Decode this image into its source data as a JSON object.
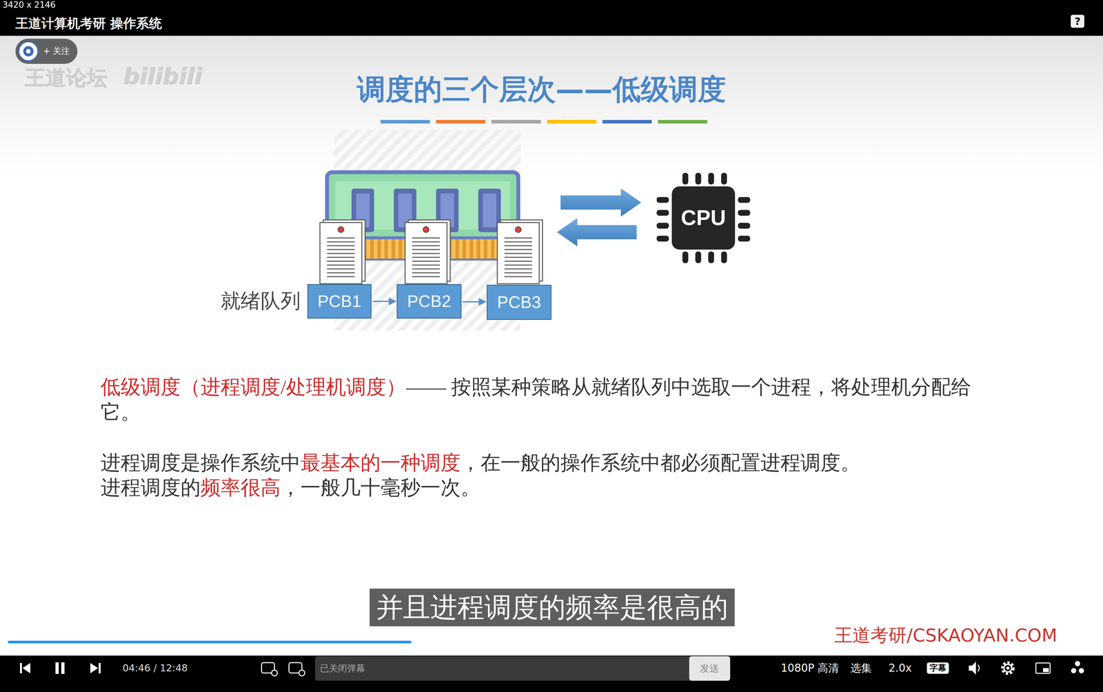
{
  "diagram": {
    "title": "调度的三个层次——低级调度",
    "caption": "并且进程调度的频率是很高的",
    "nodes": [
      {
        "text": [
          "CPU"
        ]
      },
      {
        "text": [
          "PCB1"
        ]
      },
      {
        "text": [
          "PCB2"
        ]
      },
      {
        "text": [
          "PCB3"
        ]
      }
    ],
    "edges": [
      {
        "from": 1,
        "to": 2,
        "arrow": "to"
      },
      {
        "from": 2,
        "to": 3,
        "arrow": "to"
      }
    ],
    "labels": [
      "3420 x 2146",
      "王道计算机考研 操作系统",
      "?",
      "+ 关注",
      "王道论坛",
      "bilibili",
      "就绪队列",
      "低级调度（进程调度/处理机调度）",
      "—— 按照某种策略从就绪队列中选取一个进程，将处理机分配给它。",
      "进程调度是操作系统中",
      "最基本的一种调度",
      "，在一般的操作系统中都必须配置进程调度。",
      "进程调度的",
      "频率很高",
      "，一般几十毫秒一次。",
      "王道考研/CSKAOYAN.COM",
      "04:46 / 12:48",
      "已关闭弹幕",
      "发送",
      "1080P 高清",
      "选集",
      "2.0x",
      "字幕"
    ]
  }
}
